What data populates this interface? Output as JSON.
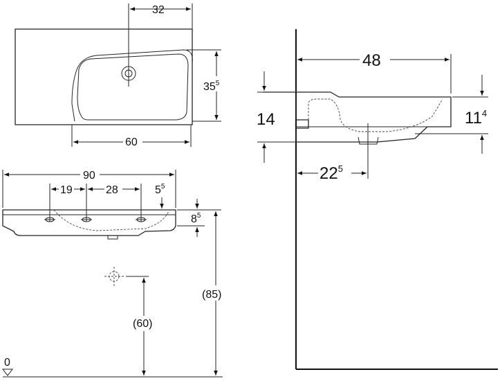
{
  "top_view": {
    "dim_tap_offset": "32",
    "dim_depth_main": "35",
    "dim_depth_sup": "5",
    "dim_bowl_width": "60"
  },
  "front_view": {
    "dim_total_width": "90",
    "dim_hole_spacing_1": "19",
    "dim_hole_spacing_2": "28",
    "dim_edge_offset_main": "5",
    "dim_edge_offset_sup": "5",
    "dim_rim_thickness_main": "8",
    "dim_rim_thickness_sup": "5",
    "dim_rim_height": "(85)",
    "dim_waste_height": "(60)",
    "floor_level": "0"
  },
  "side_view": {
    "dim_projection": "48",
    "dim_height_left": "14",
    "dim_height_right_main": "11",
    "dim_height_right_sup": "4",
    "dim_waste_offset_main": "22",
    "dim_waste_offset_sup": "5"
  }
}
